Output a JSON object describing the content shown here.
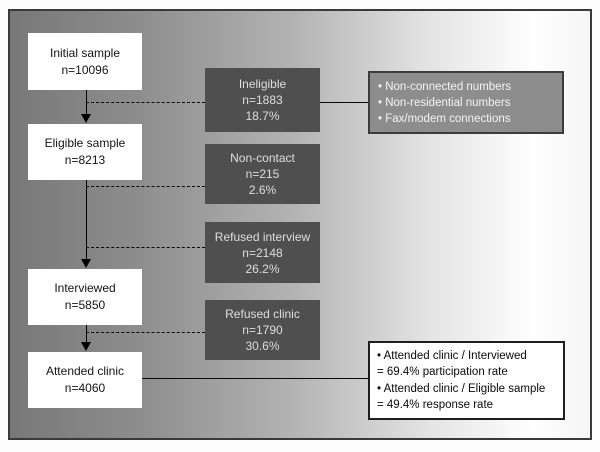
{
  "flow_boxes": [
    {
      "id": "initial-sample",
      "line1": "Initial sample",
      "line2": "n=10096"
    },
    {
      "id": "eligible-sample",
      "line1": "Eligible sample",
      "line2": "n=8213"
    },
    {
      "id": "interviewed",
      "line1": "Interviewed",
      "line2": "n=5850"
    },
    {
      "id": "attended-clinic",
      "line1": "Attended clinic",
      "line2": "n=4060"
    }
  ],
  "exclusion_boxes": [
    {
      "id": "ineligible",
      "label": "Ineligible",
      "n": "n=1883",
      "pct": "18.7%"
    },
    {
      "id": "non-contact",
      "label": "Non-contact",
      "n": "n=215",
      "pct": "2.6%"
    },
    {
      "id": "refused-interview",
      "label": "Refused interview",
      "n": "n=2148",
      "pct": "26.2%"
    },
    {
      "id": "refused-clinic",
      "label": "Refused clinic",
      "n": "n=1790",
      "pct": "30.6%"
    }
  ],
  "ineligible_reasons": {
    "items": [
      "• Non-connected numbers",
      "• Non-residential numbers",
      "• Fax/modem connections"
    ]
  },
  "rates": {
    "items": [
      "• Attended clinic / Interviewed",
      "= 69.4% participation rate",
      "• Attended clinic / Eligible sample",
      "= 49.4% response rate"
    ]
  },
  "colors": {
    "frame_border": "#3a3a3a",
    "gradient_left": "#787878",
    "gradient_right": "#f6f6f6",
    "flow_box_fill": "#ffffff",
    "exclusion_box_fill": "#4f4f4f",
    "exclusion_box_text": "#dedede",
    "reasons_box_fill": "#8d8d8d",
    "reasons_box_border": "#3c3c3c",
    "rates_box_fill": "#ffffff",
    "line_color": "#000000"
  }
}
